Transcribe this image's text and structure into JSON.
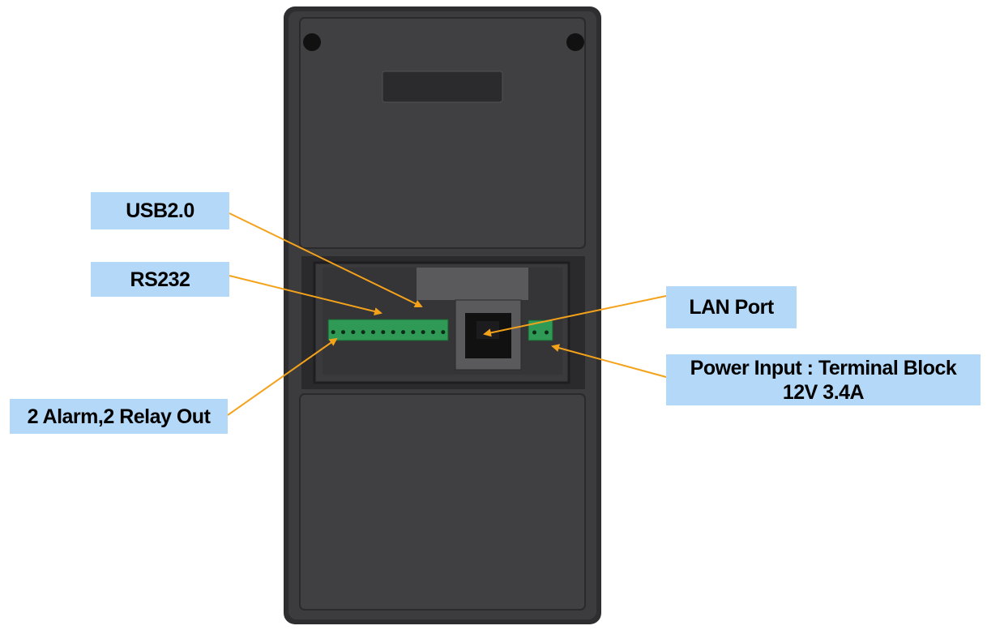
{
  "labels": {
    "usb": "USB2.0",
    "rs232": "RS232",
    "alarm": "2 Alarm,2 Relay Out",
    "lan": "LAN Port",
    "power_line1": "Power Input : Terminal Block",
    "power_line2": "12V 3.4A"
  },
  "colors": {
    "label_bg": "#b4d8f8",
    "arrow": "#f5a21b",
    "device_body": "#3a3a3c",
    "terminal_green": "#2f9a55"
  },
  "terminal_block_pins": 12,
  "power_terminal_pins": 2
}
